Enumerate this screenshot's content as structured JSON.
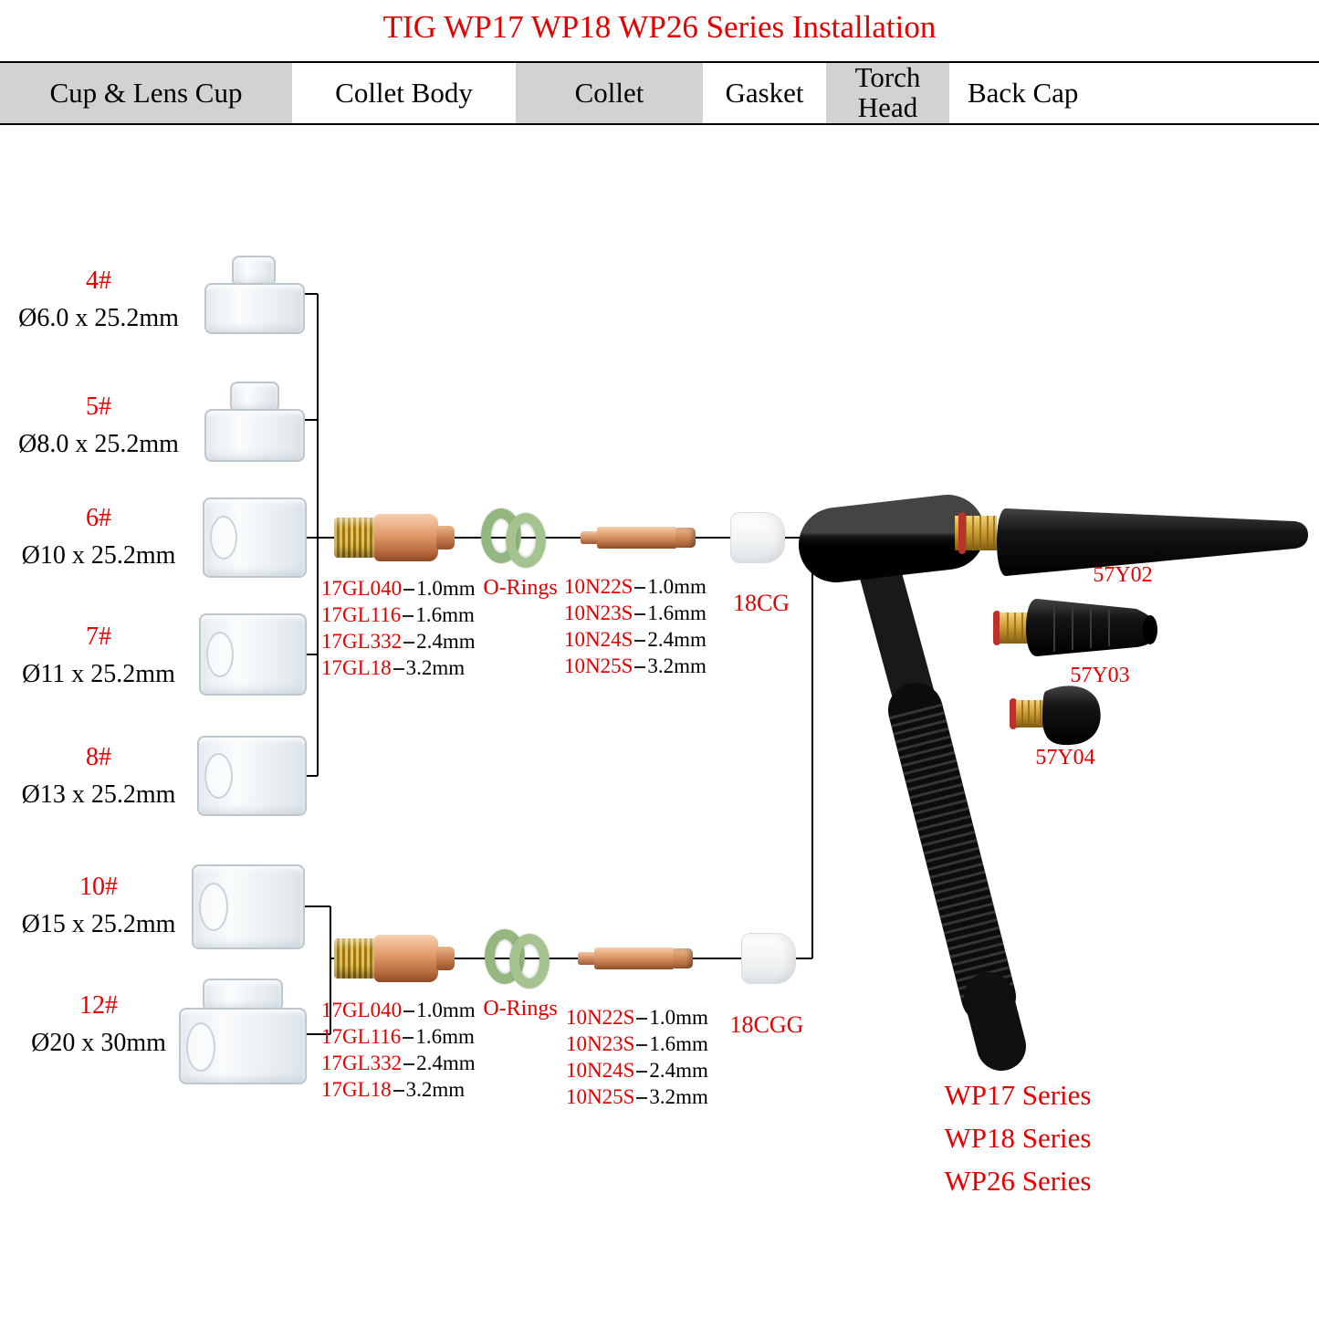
{
  "title": "TIG WP17 WP18 WP26 Series Installation",
  "colors": {
    "accent_red": "#e60000",
    "header_shade": "#d2d2d2",
    "oring_green": "#94b77f",
    "copper": "#c9845a",
    "brass": "#c9992f"
  },
  "header_columns": [
    "Cup & Lens Cup",
    "Collet Body",
    "Collet",
    "Gasket",
    "Torch Head",
    "Back Cap"
  ],
  "cups": [
    {
      "id": "4#",
      "size": "Ø6.0 x 25.2mm"
    },
    {
      "id": "5#",
      "size": "Ø8.0 x 25.2mm"
    },
    {
      "id": "6#",
      "size": "Ø10 x 25.2mm"
    },
    {
      "id": "7#",
      "size": "Ø11 x 25.2mm"
    },
    {
      "id": "8#",
      "size": "Ø13 x 25.2mm"
    },
    {
      "id": "10#",
      "size": "Ø15 x 25.2mm"
    },
    {
      "id": "12#",
      "size": "Ø20 x 30mm"
    }
  ],
  "top_assembly": {
    "collet_body_parts": [
      {
        "code": "17GL040",
        "size": "1.0mm"
      },
      {
        "code": "17GL116",
        "size": "1.6mm"
      },
      {
        "code": "17GL332",
        "size": "2.4mm"
      },
      {
        "code": "17GL18",
        "size": "3.2mm"
      }
    ],
    "orings_label": "O-Rings",
    "collet_parts": [
      {
        "code": "10N22S",
        "size": "1.0mm"
      },
      {
        "code": "10N23S",
        "size": "1.6mm"
      },
      {
        "code": "10N24S",
        "size": "2.4mm"
      },
      {
        "code": "10N25S",
        "size": "3.2mm"
      }
    ],
    "gasket_label": "18CG"
  },
  "bottom_assembly": {
    "collet_body_parts": [
      {
        "code": "17GL040",
        "size": "1.0mm"
      },
      {
        "code": "17GL116",
        "size": "1.6mm"
      },
      {
        "code": "17GL332",
        "size": "2.4mm"
      },
      {
        "code": "17GL18",
        "size": "3.2mm"
      }
    ],
    "orings_label": "O-Rings",
    "collet_parts": [
      {
        "code": "10N22S",
        "size": "1.0mm"
      },
      {
        "code": "10N23S",
        "size": "1.6mm"
      },
      {
        "code": "10N24S",
        "size": "2.4mm"
      },
      {
        "code": "10N25S",
        "size": "3.2mm"
      }
    ],
    "gasket_label": "18CGG"
  },
  "back_caps": [
    "57Y02",
    "57Y03",
    "57Y04"
  ],
  "series_labels": [
    "WP17 Series",
    "WP18 Series",
    "WP26 Series"
  ]
}
